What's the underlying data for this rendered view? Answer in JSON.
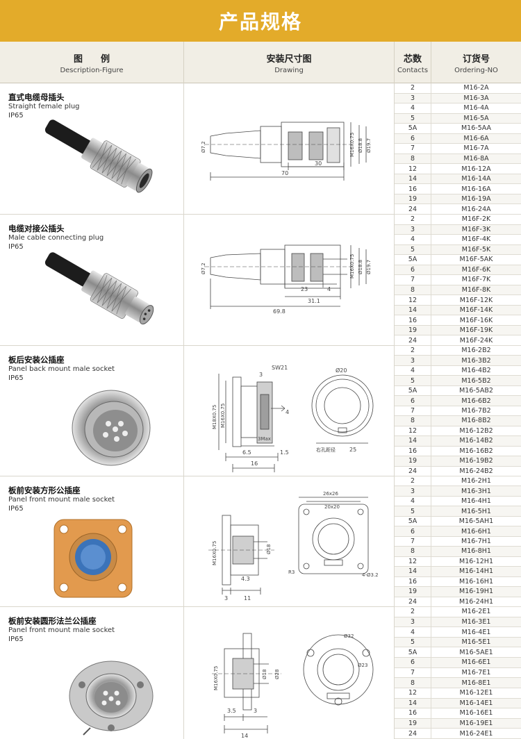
{
  "banner": {
    "title": "产品规格"
  },
  "header": {
    "figure_zh": "图　　例",
    "figure_en": "Description-Figure",
    "drawing_zh": "安装尺寸图",
    "drawing_en": "Drawing",
    "contacts_zh": "芯数",
    "contacts_en": "Contacts",
    "order_zh": "订货号",
    "order_en": "Ordering-NO"
  },
  "sections": [
    {
      "title_zh": "直式电缆母插头",
      "title_en": "Straight female plug",
      "ip": "IP65",
      "dims": {
        "d1": "Ø7.2",
        "d2": "M16X0.75",
        "d3": "Ø18.8",
        "d4": "Ø19.7",
        "l1": "30",
        "l2": "70"
      },
      "rows": [
        {
          "contacts": "2",
          "order": "M16-2A"
        },
        {
          "contacts": "3",
          "order": "M16-3A"
        },
        {
          "contacts": "4",
          "order": "M16-4A"
        },
        {
          "contacts": "5",
          "order": "M16-5A"
        },
        {
          "contacts": "5A",
          "order": "M16-5AA"
        },
        {
          "contacts": "6",
          "order": "M16-6A"
        },
        {
          "contacts": "7",
          "order": "M16-7A"
        },
        {
          "contacts": "8",
          "order": "M16-8A"
        },
        {
          "contacts": "12",
          "order": "M16-12A"
        },
        {
          "contacts": "14",
          "order": "M16-14A"
        },
        {
          "contacts": "16",
          "order": "M16-16A"
        },
        {
          "contacts": "19",
          "order": "M16-19A"
        },
        {
          "contacts": "24",
          "order": "M16-24A"
        }
      ]
    },
    {
      "title_zh": "电缆对接公插头",
      "title_en": "Male cable connecting plug",
      "ip": "IP65",
      "dims": {
        "d1": "Ø7.2",
        "d2": "M16X0.75",
        "d3": "Ø18.8",
        "d4": "Ø19.7",
        "l1": "23",
        "l2": "4",
        "l3": "31.1",
        "l4": "69.8"
      },
      "rows": [
        {
          "contacts": "2",
          "order": "M16F-2K"
        },
        {
          "contacts": "3",
          "order": "M16F-3K"
        },
        {
          "contacts": "4",
          "order": "M16F-4K"
        },
        {
          "contacts": "5",
          "order": "M16F-5K"
        },
        {
          "contacts": "5A",
          "order": "M16F-5AK"
        },
        {
          "contacts": "6",
          "order": "M16F-6K"
        },
        {
          "contacts": "7",
          "order": "M16F-7K"
        },
        {
          "contacts": "8",
          "order": "M16F-8K"
        },
        {
          "contacts": "12",
          "order": "M16F-12K"
        },
        {
          "contacts": "14",
          "order": "M16F-14K"
        },
        {
          "contacts": "16",
          "order": "M16F-16K"
        },
        {
          "contacts": "19",
          "order": "M16F-19K"
        },
        {
          "contacts": "24",
          "order": "M16F-24K"
        }
      ]
    },
    {
      "title_zh": "板后安装公插座",
      "title_en": "Panel back mount male socket",
      "ip": "IP65",
      "dims": {
        "sw": "SW21",
        "t": "3",
        "d1": "M18X0.75",
        "d2": "M16X0.75",
        "m": "3Max",
        "a": "6.5",
        "b": "1.5",
        "c": "16",
        "r": "Ø20",
        "n": "25",
        "p": "4",
        "note": "右孔距径"
      },
      "rows": [
        {
          "contacts": "2",
          "order": "M16-2B2"
        },
        {
          "contacts": "3",
          "order": "M16-3B2"
        },
        {
          "contacts": "4",
          "order": "M16-4B2"
        },
        {
          "contacts": "5",
          "order": "M16-5B2"
        },
        {
          "contacts": "5A",
          "order": "M16-5AB2"
        },
        {
          "contacts": "6",
          "order": "M16-6B2"
        },
        {
          "contacts": "7",
          "order": "M16-7B2"
        },
        {
          "contacts": "8",
          "order": "M16-8B2"
        },
        {
          "contacts": "12",
          "order": "M16-12B2"
        },
        {
          "contacts": "14",
          "order": "M16-14B2"
        },
        {
          "contacts": "16",
          "order": "M16-16B2"
        },
        {
          "contacts": "19",
          "order": "M16-19B2"
        },
        {
          "contacts": "24",
          "order": "M16-24B2"
        }
      ]
    },
    {
      "title_zh": "板前安装方形公插座",
      "title_en": "Panel front mount male socket",
      "ip": "IP65",
      "dims": {
        "d1": "M16X0.75",
        "d2": "Ø18",
        "a": "4.3",
        "b": "3",
        "c": "11",
        "sq1": "26x26",
        "sq2": "20x20",
        "r": "R3",
        "h": "4-Ø3.2"
      },
      "rows": [
        {
          "contacts": "2",
          "order": "M16-2H1"
        },
        {
          "contacts": "3",
          "order": "M16-3H1"
        },
        {
          "contacts": "4",
          "order": "M16-4H1"
        },
        {
          "contacts": "5",
          "order": "M16-5H1"
        },
        {
          "contacts": "5A",
          "order": "M16-5AH1"
        },
        {
          "contacts": "6",
          "order": "M16-6H1"
        },
        {
          "contacts": "7",
          "order": "M16-7H1"
        },
        {
          "contacts": "8",
          "order": "M16-8H1"
        },
        {
          "contacts": "12",
          "order": "M16-12H1"
        },
        {
          "contacts": "14",
          "order": "M16-14H1"
        },
        {
          "contacts": "16",
          "order": "M16-16H1"
        },
        {
          "contacts": "19",
          "order": "M16-19H1"
        },
        {
          "contacts": "24",
          "order": "M16-24H1"
        }
      ]
    },
    {
      "title_zh": "板前安装圆形法兰公插座",
      "title_en": "Panel front mount male socket",
      "ip": "IP65",
      "dims": {
        "d1": "M16X0.75",
        "d2": "Ø18",
        "d3": "Ø28",
        "a": "3.5",
        "b": "3",
        "c": "14",
        "e": "Ø32",
        "f": "Ø23"
      },
      "rows": [
        {
          "contacts": "2",
          "order": "M16-2E1"
        },
        {
          "contacts": "3",
          "order": "M16-3E1"
        },
        {
          "contacts": "4",
          "order": "M16-4E1"
        },
        {
          "contacts": "5",
          "order": "M16-5E1"
        },
        {
          "contacts": "5A",
          "order": "M16-5AE1"
        },
        {
          "contacts": "6",
          "order": "M16-6E1"
        },
        {
          "contacts": "7",
          "order": "M16-7E1"
        },
        {
          "contacts": "8",
          "order": "M16-8E1"
        },
        {
          "contacts": "12",
          "order": "M16-12E1"
        },
        {
          "contacts": "14",
          "order": "M16-14E1"
        },
        {
          "contacts": "16",
          "order": "M16-16E1"
        },
        {
          "contacts": "19",
          "order": "M16-19E1"
        },
        {
          "contacts": "24",
          "order": "M16-24E1"
        }
      ]
    }
  ]
}
